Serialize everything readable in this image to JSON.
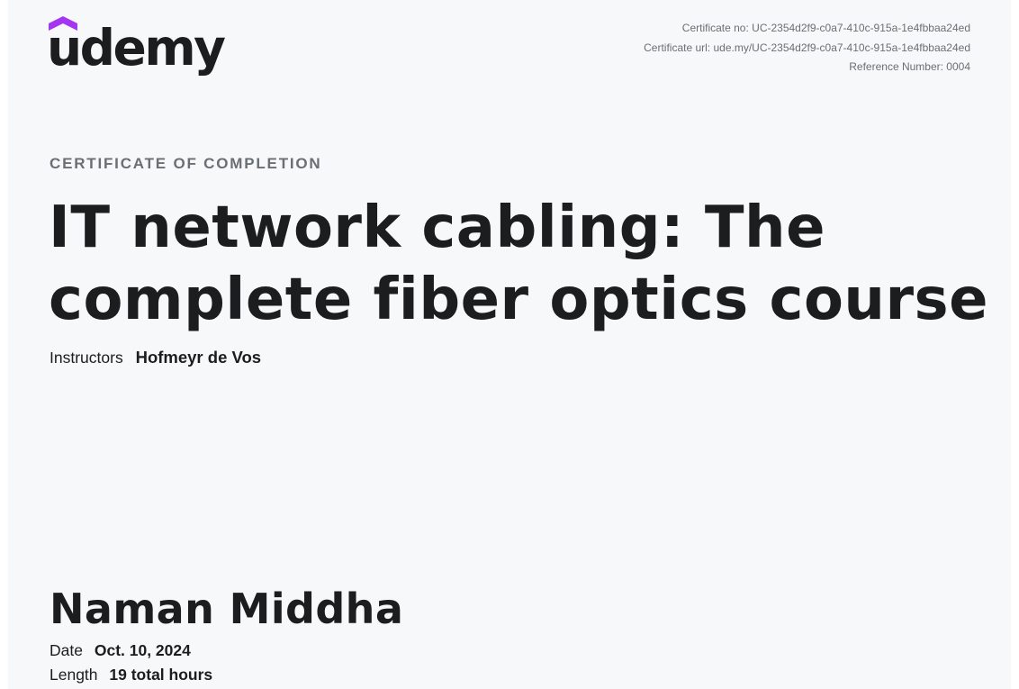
{
  "brand": {
    "name": "udemy",
    "colors": {
      "accent": "#a435f0",
      "text": "#1c1d1f",
      "muted": "#6a6f73",
      "background": "#f7f8fa"
    }
  },
  "meta": {
    "certificate_no": "Certificate no: UC-2354d2f9-c0a7-410c-915a-1e4fbbaa24ed",
    "certificate_url": "Certificate url: ude.my/UC-2354d2f9-c0a7-410c-915a-1e4fbbaa24ed",
    "reference_number": "Reference Number: 0004"
  },
  "certificate": {
    "eyebrow": "CERTIFICATE OF COMPLETION",
    "course_title": "IT network cabling: The complete fiber optics course",
    "instructors_label": "Instructors",
    "instructors_value": "Hofmeyr de Vos",
    "student_name": "Naman Middha",
    "date_label": "Date",
    "date_value": "Oct. 10, 2024",
    "length_label": "Length",
    "length_value": "19 total hours"
  },
  "icons": {
    "logo_mark": "udemy-roof-icon"
  }
}
